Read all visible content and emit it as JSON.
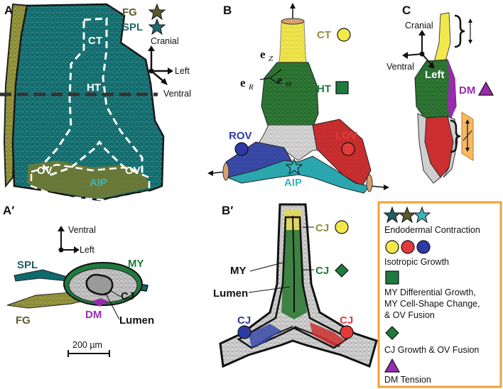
{
  "panels": {
    "a": {
      "letter": "A",
      "labels": {
        "fg": "FG",
        "spl": "SPL",
        "ct": "CT",
        "ht": "HT",
        "ov_left": "OV",
        "ov_right": "OV",
        "aip": "AIP"
      },
      "axes": {
        "up": "Cranial",
        "right": "Left",
        "down": "Ventral"
      }
    },
    "a_prime": {
      "letter": "A′",
      "axes": {
        "up": "Ventral",
        "right": "Left"
      },
      "labels": {
        "spl": "SPL",
        "my": "MY",
        "cj": "CJ",
        "fg": "FG",
        "dm": "DM",
        "lumen": "Lumen"
      },
      "scale_bar": "200 µm"
    },
    "b": {
      "letter": "B",
      "labels": {
        "ct": "CT",
        "ht": "HT",
        "rov": "ROV",
        "lov": "LOV",
        "aip": "AIP"
      },
      "basis": {
        "e": "e",
        "z": "Z",
        "r": "R",
        "theta": "Θ"
      }
    },
    "b_prime": {
      "letter": "B′",
      "labels": {
        "cj_top": "CJ",
        "my": "MY",
        "cj_mid": "CJ",
        "lumen": "Lumen",
        "cj_left": "CJ",
        "cj_right": "CJ"
      }
    },
    "c": {
      "letter": "C",
      "labels": {
        "cranial": "Cranial",
        "ventral": "Ventral",
        "left": "Left",
        "dm": "DM"
      }
    }
  },
  "legend": {
    "items": [
      {
        "text": "Endodermal Contraction"
      },
      {
        "text": "Isotropic Growth"
      },
      {
        "text": "MY Differential Growth,"
      },
      {
        "text": "MY Cell-Shape Change,"
      },
      {
        "text": "& OV Fusion"
      },
      {
        "text": "CJ Growth & OV Fusion"
      },
      {
        "text": "DM Tension"
      }
    ],
    "border_color": "#f0a03c"
  },
  "colors": {
    "teal": "#0e6a6b",
    "olive": "#8f8f38",
    "yellow": "#f2e84c",
    "green": "#1f7a3e",
    "red": "#e23a3a",
    "blue": "#2f3aa6",
    "purple": "#9a2ab0",
    "cyan_marker": "#3ab4be",
    "dark_teal_marker": "#1f5f66",
    "olive_marker": "#5c5a2a",
    "orange": "#f0a03c"
  }
}
